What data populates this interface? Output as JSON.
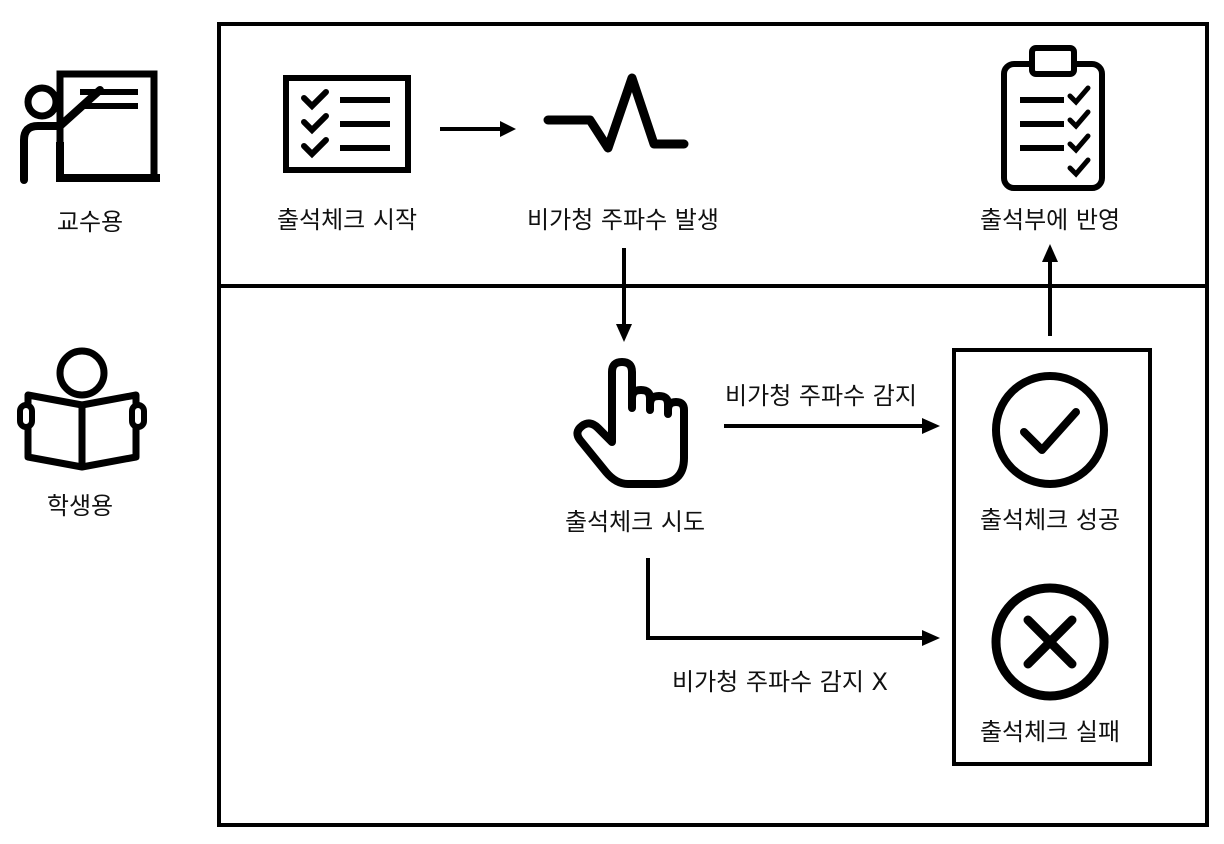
{
  "roles": {
    "professor": {
      "label": "교수용",
      "icon": "teacher-icon"
    },
    "student": {
      "label": "학생용",
      "icon": "reader-icon"
    }
  },
  "professor_lane": {
    "start": {
      "label": "출석체크 시작",
      "icon": "checklist-icon"
    },
    "signal": {
      "label": "비가청 주파수 발생",
      "icon": "pulse-icon"
    },
    "record": {
      "label": "출석부에 반영",
      "icon": "clipboard-icon"
    }
  },
  "student_lane": {
    "attempt": {
      "label": "출석체크 시도",
      "icon": "pointer-hand-icon"
    },
    "detected": {
      "label": "비가청 주파수 감지"
    },
    "not_detected": {
      "label": "비가청 주파수 감지 X"
    },
    "success": {
      "label": "출석체크 성공",
      "icon": "check-circle-icon"
    },
    "fail": {
      "label": "출석체크 실패",
      "icon": "x-circle-icon"
    }
  },
  "colors": {
    "line": "#000000",
    "background": "#ffffff"
  }
}
